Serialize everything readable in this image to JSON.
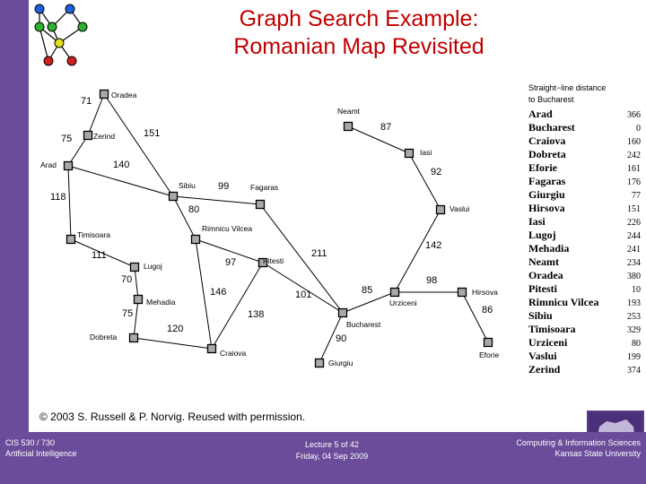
{
  "title": {
    "line1": "Graph Search Example:",
    "line2": "Romanian Map Revisited"
  },
  "copyright": "© 2003 S. Russell & P. Norvig.  Reused with permission.",
  "footer": {
    "course": "CIS 530 / 730",
    "course_name": "Artificial Intelligence",
    "lecture": "Lecture 5 of 42",
    "date": "Friday, 04 Sep 2009",
    "dept": "Computing & Information Sciences",
    "university": "Kansas State University"
  },
  "colors": {
    "accent": "#6b4c9a",
    "title": "#c00000"
  },
  "map": {
    "cities": [
      {
        "id": "oradea",
        "label": "Oradea"
      },
      {
        "id": "zerind",
        "label": "Zerind"
      },
      {
        "id": "arad",
        "label": "Arad"
      },
      {
        "id": "timisoara",
        "label": "Timisoara"
      },
      {
        "id": "lugoj",
        "label": "Lugoj"
      },
      {
        "id": "mehadia",
        "label": "Mehadia"
      },
      {
        "id": "dobreta",
        "label": "Dobreta"
      },
      {
        "id": "craiova",
        "label": "Craiova"
      },
      {
        "id": "sibiu",
        "label": "Sibiu"
      },
      {
        "id": "rimnicu",
        "label": "Rimnicu Vilcea"
      },
      {
        "id": "fagaras",
        "label": "Fagaras"
      },
      {
        "id": "pitesti",
        "label": "Pitesti"
      },
      {
        "id": "bucharest",
        "label": "Bucharest"
      },
      {
        "id": "giurgiu",
        "label": "Giurgiu"
      },
      {
        "id": "urziceni",
        "label": "Urziceni"
      },
      {
        "id": "hirsova",
        "label": "Hirsova"
      },
      {
        "id": "eforie",
        "label": "Eforie"
      },
      {
        "id": "vaslui",
        "label": "Vaslui"
      },
      {
        "id": "iasi",
        "label": "Iasi"
      },
      {
        "id": "neamt",
        "label": "Neamt"
      }
    ],
    "roads": [
      {
        "from": "oradea",
        "to": "zerind",
        "km": "71"
      },
      {
        "from": "oradea",
        "to": "sibiu",
        "km": "151"
      },
      {
        "from": "zerind",
        "to": "arad",
        "km": "75"
      },
      {
        "from": "arad",
        "to": "sibiu",
        "km": "140"
      },
      {
        "from": "arad",
        "to": "timisoara",
        "km": "118"
      },
      {
        "from": "timisoara",
        "to": "lugoj",
        "km": "111"
      },
      {
        "from": "lugoj",
        "to": "mehadia",
        "km": "70"
      },
      {
        "from": "mehadia",
        "to": "dobreta",
        "km": "75"
      },
      {
        "from": "dobreta",
        "to": "craiova",
        "km": "120"
      },
      {
        "from": "sibiu",
        "to": "fagaras",
        "km": "99"
      },
      {
        "from": "sibiu",
        "to": "rimnicu",
        "km": "80"
      },
      {
        "from": "rimnicu",
        "to": "pitesti",
        "km": "97"
      },
      {
        "from": "rimnicu",
        "to": "craiova",
        "km": "146"
      },
      {
        "from": "craiova",
        "to": "pitesti",
        "km": "138"
      },
      {
        "from": "pitesti",
        "to": "bucharest",
        "km": "101"
      },
      {
        "from": "fagaras",
        "to": "bucharest",
        "km": "211"
      },
      {
        "from": "bucharest",
        "to": "giurgiu",
        "km": "90"
      },
      {
        "from": "bucharest",
        "to": "urziceni",
        "km": "85"
      },
      {
        "from": "urziceni",
        "to": "hirsova",
        "km": "98"
      },
      {
        "from": "hirsova",
        "to": "eforie",
        "km": "86"
      },
      {
        "from": "urziceni",
        "to": "vaslui",
        "km": "142"
      },
      {
        "from": "vaslui",
        "to": "iasi",
        "km": "92"
      },
      {
        "from": "iasi",
        "to": "neamt",
        "km": "87"
      }
    ]
  },
  "sld": {
    "heading1": "Straight−line distance",
    "heading2": "to Bucharest",
    "rows": [
      {
        "city": "Arad",
        "value": "366"
      },
      {
        "city": "Bucharest",
        "value": "0"
      },
      {
        "city": "Craiova",
        "value": "160"
      },
      {
        "city": "Dobreta",
        "value": "242"
      },
      {
        "city": "Eforie",
        "value": "161"
      },
      {
        "city": "Fagaras",
        "value": "176"
      },
      {
        "city": "Giurgiu",
        "value": "77"
      },
      {
        "city": "Hirsova",
        "value": "151"
      },
      {
        "city": "Iasi",
        "value": "226"
      },
      {
        "city": "Lugoj",
        "value": "244"
      },
      {
        "city": "Mehadia",
        "value": "241"
      },
      {
        "city": "Neamt",
        "value": "234"
      },
      {
        "city": "Oradea",
        "value": "380"
      },
      {
        "city": "Pitesti",
        "value": "10"
      },
      {
        "city": "Rimnicu Vilcea",
        "value": "193"
      },
      {
        "city": "Sibiu",
        "value": "253"
      },
      {
        "city": "Timisoara",
        "value": "329"
      },
      {
        "city": "Urziceni",
        "value": "80"
      },
      {
        "city": "Vaslui",
        "value": "199"
      },
      {
        "city": "Zerind",
        "value": "374"
      }
    ]
  }
}
